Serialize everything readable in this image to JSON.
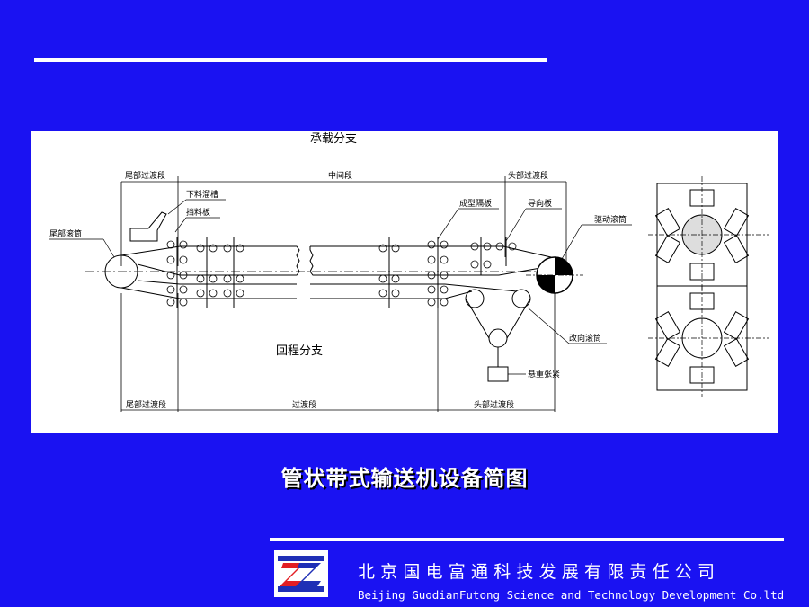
{
  "diagram": {
    "carry_branch": "承载分支",
    "return_branch": "回程分支",
    "top_dims": {
      "tail_transition": "尾部过渡段",
      "middle": "中间段",
      "head_transition": "头部过渡段"
    },
    "bottom_dims": {
      "tail_transition": "尾部过渡段",
      "transition": "过渡段",
      "head_transition": "头部过渡段"
    },
    "labels": {
      "feed_chute": "下料溜槽",
      "guide_board": "挡料板",
      "forming_plate": "成型隔板",
      "hexagon_plate": "导向板",
      "drive_pulley": "驱动滚筒",
      "tail_pulley": "尾部滚筒",
      "bend_pulley": "改向滚筒",
      "take_up": "悬重张紧"
    }
  },
  "caption": "管状带式输送机设备简图",
  "footer": {
    "company_cn": "北京国电富通科技发展有限责任公司",
    "company_en": "Beijing GuodianFutong Science and Technology Development Co.ltd"
  },
  "colors": {
    "background": "#1a12f2",
    "panel": "#ffffff",
    "logo_red": "#e31e24",
    "logo_blue": "#1f2fb6"
  }
}
